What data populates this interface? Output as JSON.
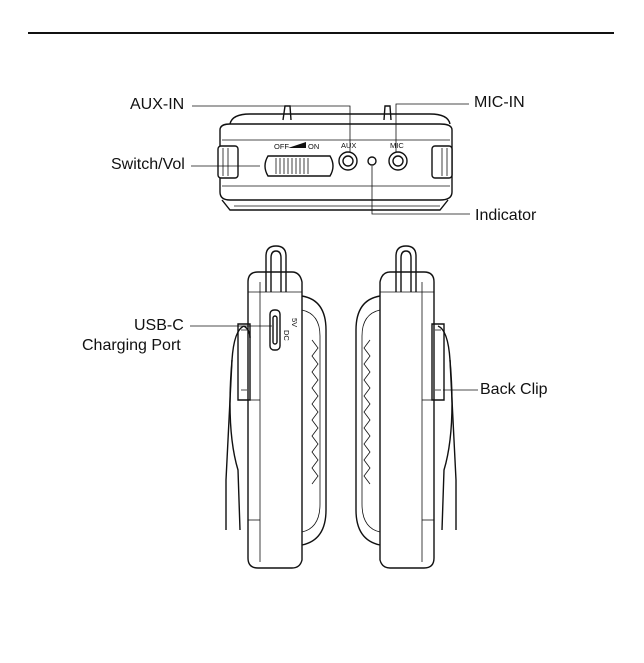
{
  "labels": {
    "aux_in": "AUX-IN",
    "mic_in": "MIC-IN",
    "switch_vol": "Switch/Vol",
    "indicator": "Indicator",
    "usbc_line1": "USB-C",
    "usbc_line2": "Charging Port",
    "back_clip": "Back Clip"
  },
  "panel_text": {
    "off": "OFF",
    "on": "ON",
    "aux": "AUX",
    "mic": "MIC",
    "dc": "DC",
    "five_v": "5V"
  }
}
